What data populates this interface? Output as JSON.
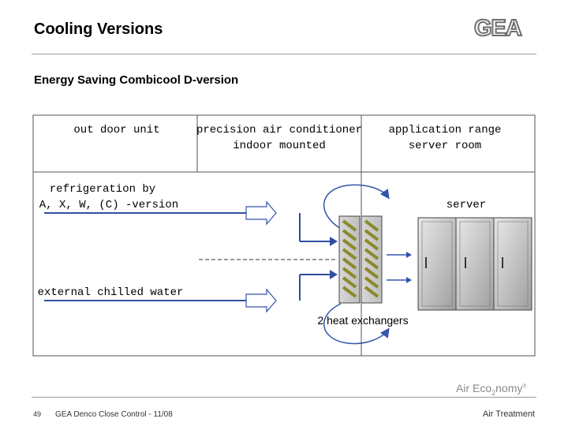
{
  "header": {
    "title": "Cooling Versions",
    "subtitle": "Energy Saving Combicool  D-version",
    "logo_text": "GEA"
  },
  "diagram": {
    "col_outdoor": "out door unit",
    "col_indoor_line1": "precision air conditioner",
    "col_indoor_line2": "indoor mounted",
    "col_app_line1": "application range",
    "col_app_line2": "server room",
    "refrigeration_line1": "refrigeration by",
    "refrigeration_line2": "A, X, W, (C) -version",
    "chilled_water": "external chilled water",
    "server_label": "server",
    "heat_exchangers": "2 heat exchangers"
  },
  "footer": {
    "page_number": "49",
    "left_text": "GEA Denco Close Control - 11/08",
    "right_text": "Air Treatment",
    "eco_logo_main": "Air Eco",
    "eco_logo_sub": "2",
    "eco_logo_tail": "nomy",
    "eco_logo_mark": "®"
  },
  "colors": {
    "coil_stripe": "#8a8a2a",
    "pipe_blue": "#2f4fa0",
    "arrow_blue": "#3355aa",
    "server_gray": "#b8b8b8"
  }
}
